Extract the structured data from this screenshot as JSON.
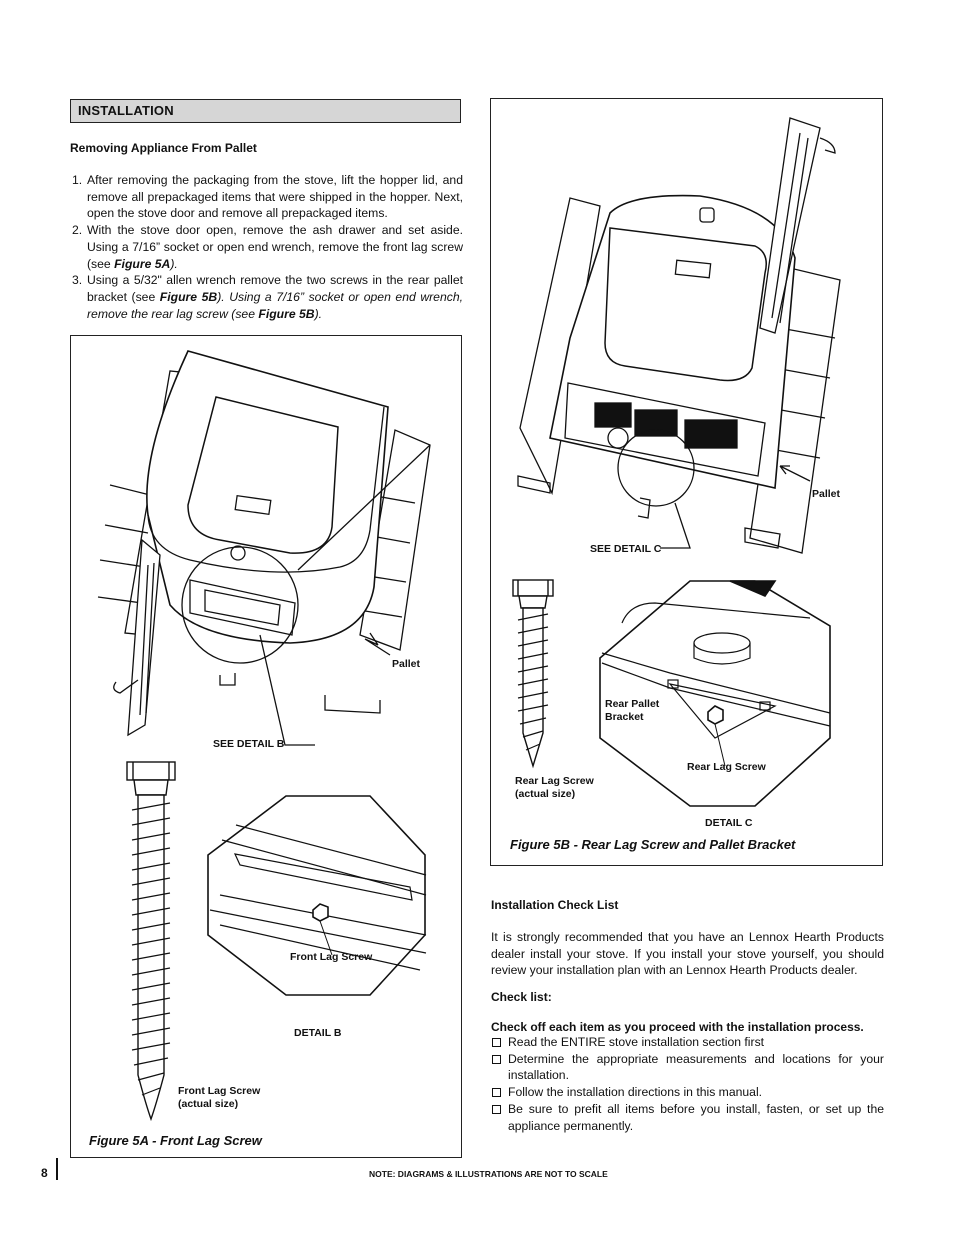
{
  "section_title": "INSTALLATION",
  "removing": {
    "heading": "Removing Appliance From Pallet",
    "steps": [
      {
        "num": "1.",
        "text": "After removing the packaging from the stove, lift the hopper lid, and remove all prepackaged items that were shipped in the hopper. Next, open the stove door and remove all prepackaged items."
      },
      {
        "num": "2.",
        "text_a": "With the stove door open, remove the ash drawer and set aside.  Using a 7/16” socket or open end wrench, remove the front lag screw (see ",
        "ref": "Figure 5A",
        "text_b": ")."
      },
      {
        "num": "3.",
        "text_a": "Using a 5/32\" allen wrench remove the two screws in the rear pallet bracket (see ",
        "ref": "Figure 5B",
        "text_b": ").   Using a 7/16” socket or open end wrench, remove the rear lag screw (see ",
        "ref2": "Figure 5B",
        "text_c": ")."
      }
    ]
  },
  "figure_5a": {
    "pallet_label": "Pallet",
    "see_detail": "SEE DETAIL B",
    "front_lag_screw": "Front Lag Screw",
    "detail": "DETAIL B",
    "screw_actual_1": "Front Lag Screw",
    "screw_actual_2": "(actual size)",
    "caption": "Figure 5A - Front Lag Screw"
  },
  "figure_5b": {
    "pallet_label": "Pallet",
    "see_detail": "SEE DETAIL C",
    "bracket_1": "Rear Pallet",
    "bracket_2": "Bracket",
    "rear_lag_screw": "Rear Lag Screw",
    "screw_actual_1": "Rear Lag Screw",
    "screw_actual_2": "(actual size)",
    "detail": "DETAIL C",
    "caption": "Figure 5B - Rear Lag Screw and Pallet Bracket"
  },
  "checklist_section": {
    "heading": "Installation Check List",
    "intro": "It is strongly recommended that you have an Lennox Hearth Products dealer install your stove. If you install your stove yourself, you should review your installation plan with an Lennox Hearth Products dealer.",
    "check_heading": "Check list:",
    "instruction": "Check off each item as you proceed with the installation process.",
    "items": [
      "Read the ENTIRE stove installation section first",
      "Determine the appropriate measurements and locations for your installation.",
      "Follow the installation directions in this manual.",
      "Be sure to prefit all items before you install, fasten, or set up the appliance permanently."
    ]
  },
  "footer": {
    "page_number": "8",
    "note": "NOTE: DIAGRAMS & ILLUSTRATIONS ARE NOT TO SCALE"
  }
}
